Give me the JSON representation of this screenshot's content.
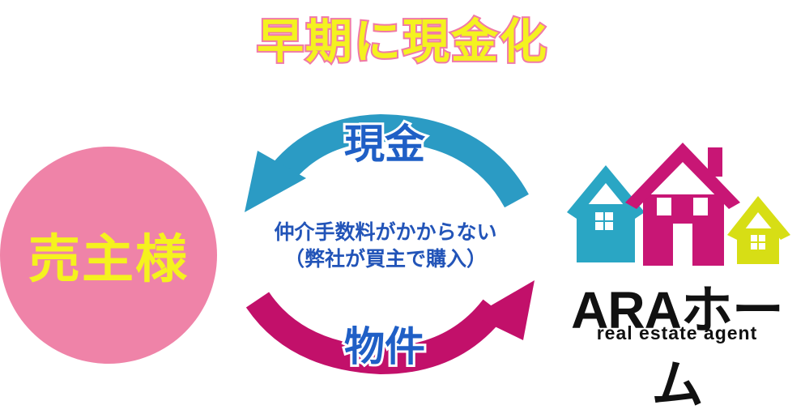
{
  "title": "早期に現金化",
  "seller": {
    "label": "売主様",
    "color": "#ef83a8"
  },
  "flows": {
    "top": {
      "label": "現金",
      "arrow_color": "#2b9bc4"
    },
    "bottom": {
      "label": "物件",
      "arrow_color": "#c2106a"
    }
  },
  "center": {
    "line1": "仲介手数料がかからない",
    "line2": "（弊社が買主で購入）"
  },
  "company": {
    "name": "ARAホーム",
    "tagline": "real estate agent",
    "house_colors": [
      "#2aa6c4",
      "#c81675",
      "#d7de15"
    ]
  }
}
